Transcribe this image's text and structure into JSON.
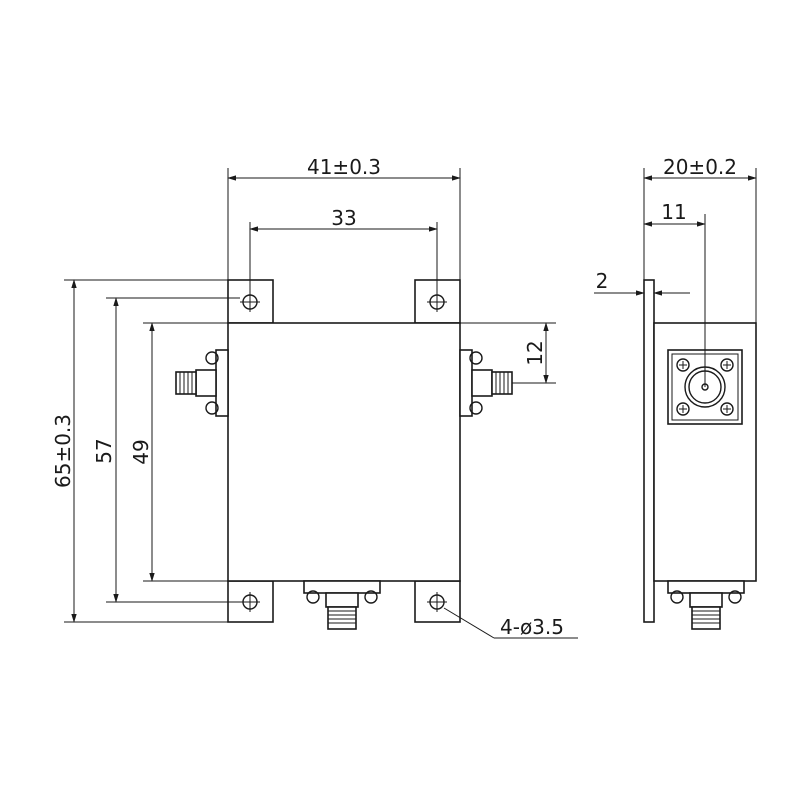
{
  "drawing": {
    "front_view": {
      "width_overall": "41±0.3",
      "hole_spacing_horizontal": "33",
      "height_overall": "65±0.3",
      "hole_spacing_vertical": "57",
      "body_height": "49",
      "connector_offset": "12",
      "mounting_holes": "4-ø3.5"
    },
    "side_view": {
      "depth_overall": "20±0.2",
      "connector_position": "11",
      "flange_thickness": "2"
    }
  }
}
